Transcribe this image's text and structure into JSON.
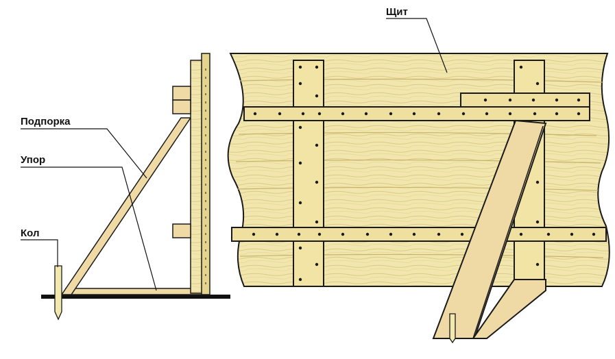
{
  "labels": {
    "shield": "Щит",
    "brace": "Подпорка",
    "stop": "Упор",
    "stake": "Кол"
  },
  "colors": {
    "wood_light": "#f3e9b0",
    "wood_mid": "#e4d48e",
    "wood_dark": "#c9b36a",
    "brace_wood": "#efd9a4",
    "outline": "#1a1a1a",
    "ground": "#111111"
  }
}
